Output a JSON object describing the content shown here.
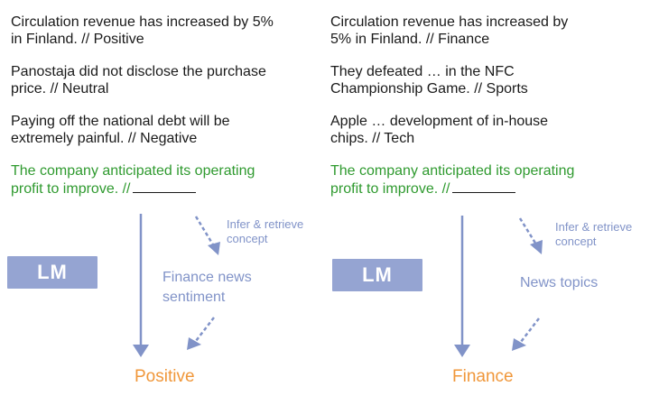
{
  "left": {
    "examples": [
      {
        "line1": "Circulation revenue has increased by 5%",
        "line2": "in Finland. // Positive"
      },
      {
        "line1": "Panostaja did not disclose the purchase",
        "line2": "price. // Neutral"
      },
      {
        "line1": "Paying off the national debt will be",
        "line2": "extremely painful. // Negative"
      }
    ],
    "query": {
      "line1": "The company anticipated its operating",
      "line2": "profit to improve. //"
    },
    "lm_label": "LM",
    "concept_note": {
      "line1": "Infer & retrieve",
      "line2": "concept"
    },
    "concept": {
      "line1": "Finance news",
      "line2": "sentiment"
    },
    "answer": "Positive"
  },
  "right": {
    "examples": [
      {
        "line1": "Circulation revenue has increased by",
        "line2": "5% in Finland. // Finance"
      },
      {
        "line1": "They defeated … in the NFC",
        "line2": "Championship Game. // Sports"
      },
      {
        "line1": "Apple … development of in-house",
        "line2": "chips. // Tech"
      }
    ],
    "query": {
      "line1": "The company anticipated its operating",
      "line2": "profit to improve. //"
    },
    "lm_label": "LM",
    "concept_note": {
      "line1": "Infer & retrieve",
      "line2": "concept"
    },
    "concept": {
      "line1": "News topics",
      "line2": ""
    },
    "answer": "Finance"
  },
  "colors": {
    "example_text": "#1a1a1a",
    "query_text": "#2f9a2f",
    "lm_box": "#95a4d2",
    "concept_text": "#8193c8",
    "answer_text": "#f0973a"
  }
}
